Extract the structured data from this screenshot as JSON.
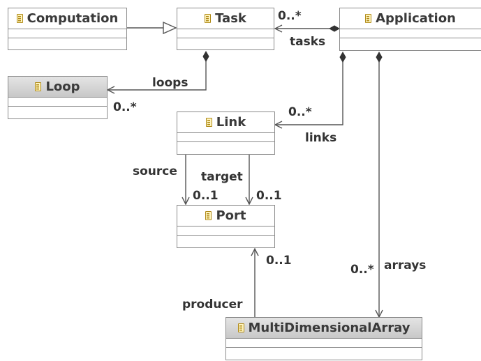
{
  "classes": {
    "computation": "Computation",
    "task": "Task",
    "application": "Application",
    "loop": "Loop",
    "link": "Link",
    "port": "Port",
    "multi_dimensional_array": "MultiDimensionalArray"
  },
  "relations": {
    "tasks": {
      "role": "tasks",
      "multiplicity": "0..*"
    },
    "loops": {
      "role": "loops",
      "multiplicity": "0..*"
    },
    "links": {
      "role": "links",
      "multiplicity": "0..*"
    },
    "source": {
      "role": "source",
      "multiplicity": "0..1"
    },
    "target": {
      "role": "target",
      "multiplicity": "0..1"
    },
    "producer": {
      "role": "producer",
      "multiplicity": "0..1"
    },
    "arrays": {
      "role": "arrays",
      "multiplicity": "0..*"
    }
  },
  "colors": {
    "class_border": "#8a8a8a",
    "abstract_header": "#d0d0d0",
    "class_icon": "#b08a18",
    "edge": "#555555"
  }
}
